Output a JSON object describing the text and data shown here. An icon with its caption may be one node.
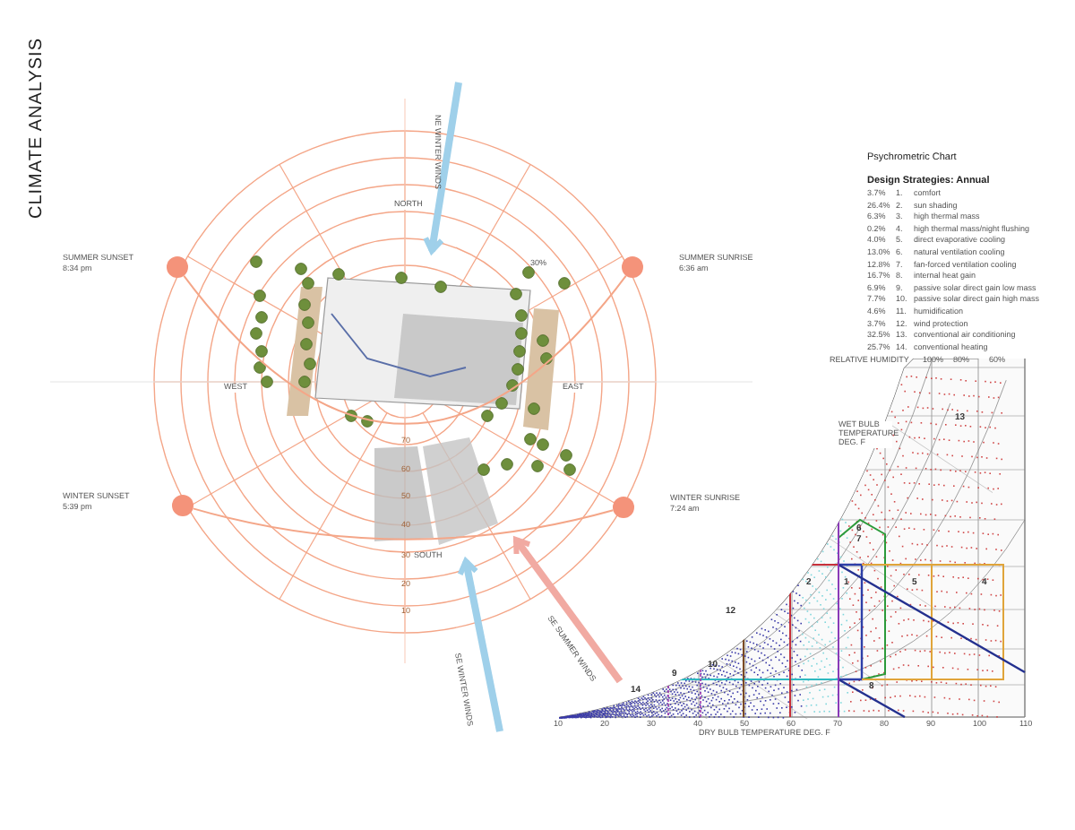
{
  "diagram": {
    "title": "CLIMATE ANALYSIS",
    "nodes": [
      {
        "text": [],
        "shape": "circle",
        "beside": [
          "SUMMER SUNSET",
          "8:34 pm"
        ]
      },
      {
        "text": [],
        "shape": "circle",
        "beside": [
          "SUMMER SUNRISE",
          "6:36 am"
        ]
      },
      {
        "text": [],
        "shape": "circle",
        "beside": [
          "WINTER SUNSET",
          "5:39 pm"
        ]
      },
      {
        "text": [],
        "shape": "circle",
        "beside": [
          "WINTER SUNRISE",
          "7:24 am"
        ]
      }
    ],
    "edges": [
      {
        "from": 0,
        "to": 1,
        "arrow": "none"
      },
      {
        "from": 2,
        "to": 3,
        "arrow": "none"
      }
    ],
    "labels": [
      "NE WINTER WINDS",
      "NORTH",
      "30%",
      "WEST",
      "EAST",
      "70",
      "60",
      "50",
      "40",
      "30",
      "SOUTH",
      "20",
      "10",
      "SE SUMMER WINDS",
      "SE WINTER WINDS",
      "Psychrometric Chart",
      "Design Strategies: Annual",
      "3.7%",
      "1.",
      "comfort",
      "26.4%",
      "2.",
      "sun shading",
      "6.3%",
      "3.",
      "high thermal mass",
      "0.2%",
      "4.",
      "high thermal mass/night flushing",
      "4.0%",
      "5.",
      "direct evaporative cooling",
      "13.0%",
      "6.",
      "natural ventilation cooling",
      "12.8%",
      "7.",
      "fan-forced ventilation cooling",
      "16.7%",
      "8.",
      "internal heat gain",
      "6.9%",
      "9.",
      "passive solar direct gain low mass",
      "7.7%",
      "10.",
      "passive solar direct gain high mass",
      "4.6%",
      "11.",
      "humidification",
      "3.7%",
      "12.",
      "wind protection",
      "32.5%",
      "13.",
      "conventional air conditioning",
      "25.7%",
      "14.",
      "conventional heating",
      "RELATIVE HUMIDITY",
      "100%",
      "80%",
      "60%",
      "WET BULB TEMPERATURE DEG. F",
      "13",
      "6",
      "7",
      "2",
      "1",
      "5",
      "4",
      "12",
      "10",
      "9",
      "8",
      "14",
      "10",
      "20",
      "30",
      "40",
      "50",
      "60",
      "70",
      "80",
      "90",
      "100",
      "110",
      "DRY BULB TEMPERATURE DEG. F"
    ]
  }
}
